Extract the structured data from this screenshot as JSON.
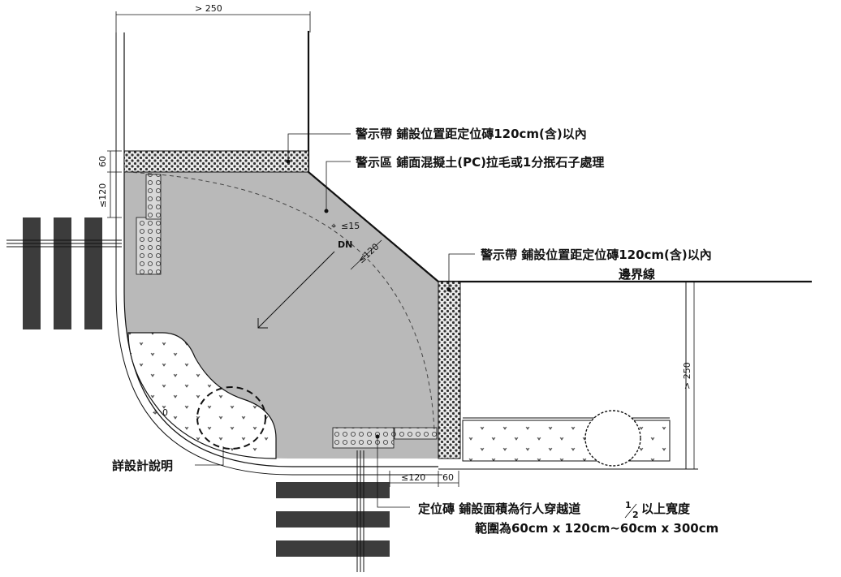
{
  "labels": {
    "warning_strip_top": "警示帶 鋪設位置距定位磚120cm(含)以內",
    "warning_zone": "警示區 鋪面混擬土(PC)拉毛或1分抿石子處理",
    "warning_strip_right": "警示帶 鋪設位置距定位磚120cm(含)以內",
    "boundary_line": "邊界線",
    "detail_note": "詳設計說明",
    "positioning_tile_line1": "定位磚 鋪設面積為行人穿越道",
    "positioning_tile_fraction_num": "1",
    "positioning_tile_fraction_den": "2",
    "positioning_tile_line1_end": "以上寬度",
    "positioning_tile_line2": "範圍為60cm x 120cm~60cm x 300cm",
    "direction": "DN"
  },
  "dimensions": {
    "top_width": "> 250",
    "left_60": "60",
    "left_120": "≤120",
    "slope_15": "≤15",
    "diag_120": "≤120",
    "right_250": "> 250",
    "bottom_120": "≤120",
    "bottom_60": "60",
    "level_0": "0"
  },
  "colors": {
    "ramp_fill": "#b9b9b9",
    "planter_fill": "#ffffff",
    "crosswalk": "#3c3c3c",
    "line": "#111111"
  }
}
